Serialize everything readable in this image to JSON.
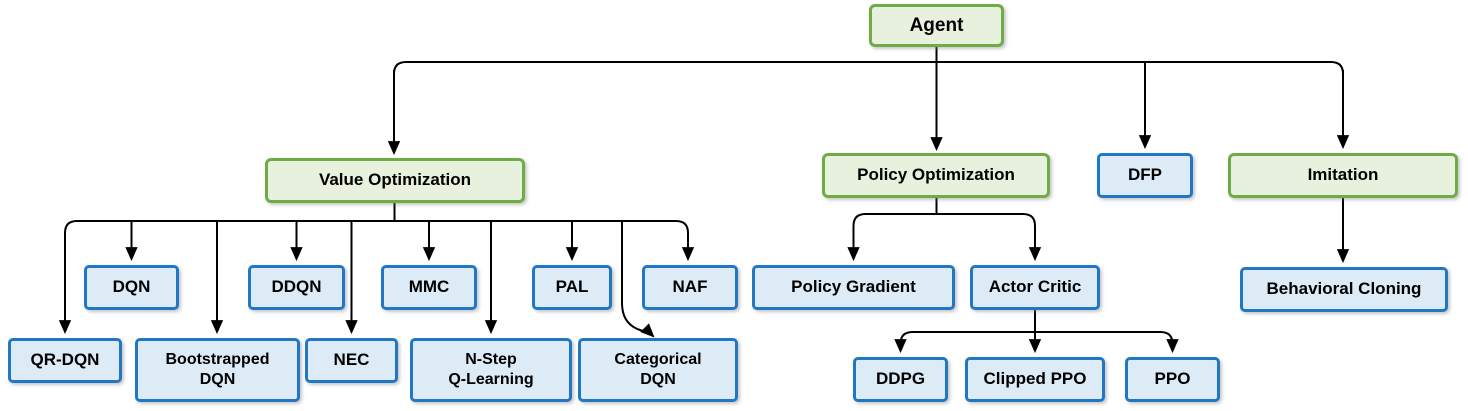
{
  "diagram": {
    "nodes": {
      "agent": {
        "label": "Agent",
        "type": "category"
      },
      "value_optimization": {
        "label": "Value Optimization",
        "type": "category"
      },
      "policy_optimization": {
        "label": "Policy Optimization",
        "type": "category"
      },
      "dfp": {
        "label": "DFP",
        "type": "algorithm"
      },
      "imitation": {
        "label": "Imitation",
        "type": "category"
      },
      "dqn": {
        "label": "DQN",
        "type": "algorithm"
      },
      "ddqn": {
        "label": "DDQN",
        "type": "algorithm"
      },
      "mmc": {
        "label": "MMC",
        "type": "algorithm"
      },
      "pal": {
        "label": "PAL",
        "type": "algorithm"
      },
      "naf": {
        "label": "NAF",
        "type": "algorithm"
      },
      "qr_dqn": {
        "label": "QR-DQN",
        "type": "algorithm"
      },
      "bootstrapped_dqn": {
        "label": "Bootstrapped\nDQN",
        "type": "algorithm"
      },
      "nec": {
        "label": "NEC",
        "type": "algorithm"
      },
      "n_step_q_learning": {
        "label": "N-Step\nQ-Learning",
        "type": "algorithm"
      },
      "categorical_dqn": {
        "label": "Categorical\nDQN",
        "type": "algorithm"
      },
      "policy_gradient": {
        "label": "Policy Gradient",
        "type": "algorithm"
      },
      "actor_critic": {
        "label": "Actor Critic",
        "type": "algorithm"
      },
      "ddpg": {
        "label": "DDPG",
        "type": "algorithm"
      },
      "clipped_ppo": {
        "label": "Clipped PPO",
        "type": "algorithm"
      },
      "ppo": {
        "label": "PPO",
        "type": "algorithm"
      },
      "behavioral_cloning": {
        "label": "Behavioral Cloning",
        "type": "algorithm"
      }
    },
    "edges": [
      {
        "from": "agent",
        "to": "value_optimization"
      },
      {
        "from": "agent",
        "to": "policy_optimization"
      },
      {
        "from": "agent",
        "to": "dfp"
      },
      {
        "from": "agent",
        "to": "imitation"
      },
      {
        "from": "value_optimization",
        "to": "qr_dqn"
      },
      {
        "from": "value_optimization",
        "to": "dqn"
      },
      {
        "from": "value_optimization",
        "to": "bootstrapped_dqn"
      },
      {
        "from": "value_optimization",
        "to": "ddqn"
      },
      {
        "from": "value_optimization",
        "to": "nec"
      },
      {
        "from": "value_optimization",
        "to": "mmc"
      },
      {
        "from": "value_optimization",
        "to": "n_step_q_learning"
      },
      {
        "from": "value_optimization",
        "to": "pal"
      },
      {
        "from": "value_optimization",
        "to": "categorical_dqn"
      },
      {
        "from": "value_optimization",
        "to": "naf"
      },
      {
        "from": "policy_optimization",
        "to": "policy_gradient"
      },
      {
        "from": "policy_optimization",
        "to": "actor_critic"
      },
      {
        "from": "actor_critic",
        "to": "ddpg"
      },
      {
        "from": "actor_critic",
        "to": "clipped_ppo"
      },
      {
        "from": "actor_critic",
        "to": "ppo"
      },
      {
        "from": "imitation",
        "to": "behavioral_cloning"
      }
    ]
  },
  "colors": {
    "category_border": "#6FAC46",
    "category_fill": "#E7F1DD",
    "algorithm_border": "#2277C4",
    "algorithm_fill": "#DDEBF7",
    "connector": "#000000",
    "text": "#000000"
  }
}
